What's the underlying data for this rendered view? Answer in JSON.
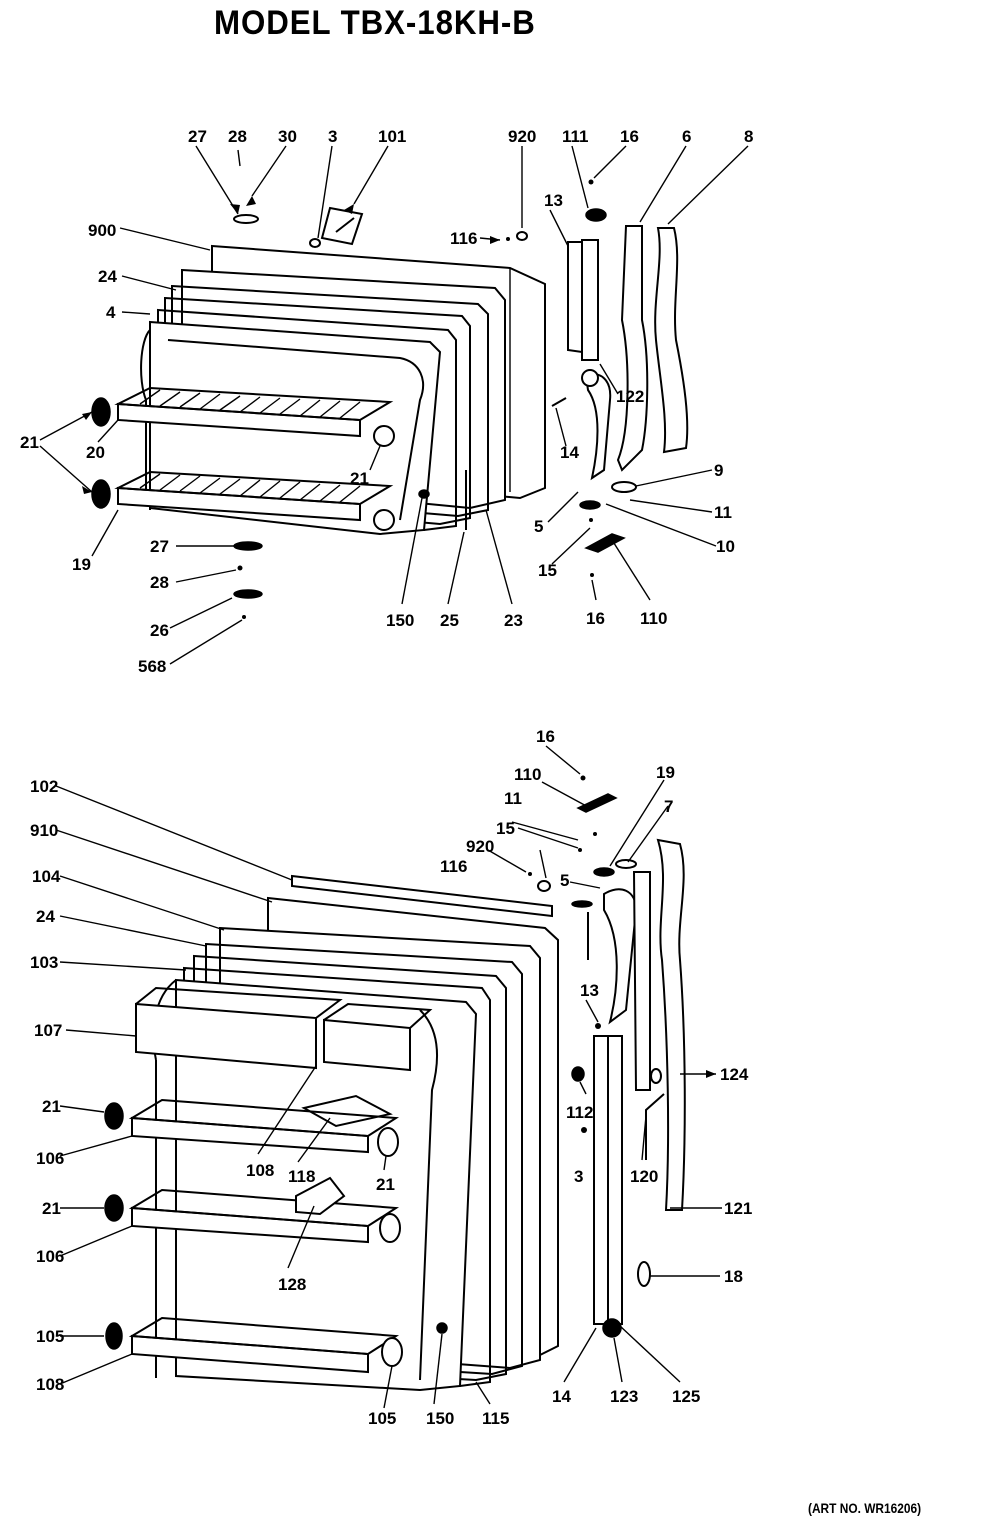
{
  "title": "MODEL TBX-18KH-B",
  "art_number": "(ART NO. WR16206)",
  "callouts": [
    {
      "id": "c1",
      "label": "27"
    },
    {
      "id": "c2",
      "label": "28"
    },
    {
      "id": "c3",
      "label": "30"
    },
    {
      "id": "c4",
      "label": "3"
    },
    {
      "id": "c5",
      "label": "101"
    },
    {
      "id": "c6",
      "label": "920"
    },
    {
      "id": "c7",
      "label": "111"
    },
    {
      "id": "c8",
      "label": "16"
    },
    {
      "id": "c9",
      "label": "6"
    },
    {
      "id": "c10",
      "label": "8"
    },
    {
      "id": "c11",
      "label": "900"
    },
    {
      "id": "c12",
      "label": "116"
    },
    {
      "id": "c13",
      "label": "13"
    },
    {
      "id": "c14",
      "label": "24"
    },
    {
      "id": "c15",
      "label": "4"
    },
    {
      "id": "c16",
      "label": "122"
    },
    {
      "id": "c17",
      "label": "21"
    },
    {
      "id": "c18",
      "label": "20"
    },
    {
      "id": "c19",
      "label": "14"
    },
    {
      "id": "c20",
      "label": "21"
    },
    {
      "id": "c21",
      "label": "9"
    },
    {
      "id": "c22",
      "label": "11"
    },
    {
      "id": "c23",
      "label": "5"
    },
    {
      "id": "c24",
      "label": "10"
    },
    {
      "id": "c25",
      "label": "19"
    },
    {
      "id": "c26",
      "label": "27"
    },
    {
      "id": "c27",
      "label": "15"
    },
    {
      "id": "c28",
      "label": "28"
    },
    {
      "id": "c29",
      "label": "16"
    },
    {
      "id": "c30",
      "label": "110"
    },
    {
      "id": "c31",
      "label": "26"
    },
    {
      "id": "c32",
      "label": "150"
    },
    {
      "id": "c33",
      "label": "25"
    },
    {
      "id": "c34",
      "label": "23"
    },
    {
      "id": "c35",
      "label": "568"
    },
    {
      "id": "c36",
      "label": "16"
    },
    {
      "id": "c37",
      "label": "102"
    },
    {
      "id": "c38",
      "label": "110"
    },
    {
      "id": "c39",
      "label": "19"
    },
    {
      "id": "c40",
      "label": "11"
    },
    {
      "id": "c41",
      "label": "7"
    },
    {
      "id": "c42",
      "label": "910"
    },
    {
      "id": "c43",
      "label": "15"
    },
    {
      "id": "c44",
      "label": "920"
    },
    {
      "id": "c45",
      "label": "104"
    },
    {
      "id": "c46",
      "label": "116"
    },
    {
      "id": "c47",
      "label": "5"
    },
    {
      "id": "c48",
      "label": "24"
    },
    {
      "id": "c49",
      "label": "103"
    },
    {
      "id": "c50",
      "label": "13"
    },
    {
      "id": "c51",
      "label": "107"
    },
    {
      "id": "c52",
      "label": "124"
    },
    {
      "id": "c53",
      "label": "21"
    },
    {
      "id": "c54",
      "label": "112"
    },
    {
      "id": "c55",
      "label": "106"
    },
    {
      "id": "c56",
      "label": "3"
    },
    {
      "id": "c57",
      "label": "108"
    },
    {
      "id": "c58",
      "label": "118"
    },
    {
      "id": "c59",
      "label": "21"
    },
    {
      "id": "c60",
      "label": "120"
    },
    {
      "id": "c61",
      "label": "21"
    },
    {
      "id": "c62",
      "label": "121"
    },
    {
      "id": "c63",
      "label": "106"
    },
    {
      "id": "c64",
      "label": "128"
    },
    {
      "id": "c65",
      "label": "18"
    },
    {
      "id": "c66",
      "label": "105"
    },
    {
      "id": "c67",
      "label": "108"
    },
    {
      "id": "c68",
      "label": "105"
    },
    {
      "id": "c69",
      "label": "150"
    },
    {
      "id": "c70",
      "label": "115"
    },
    {
      "id": "c71",
      "label": "14"
    },
    {
      "id": "c72",
      "label": "123"
    },
    {
      "id": "c73",
      "label": "125"
    }
  ]
}
